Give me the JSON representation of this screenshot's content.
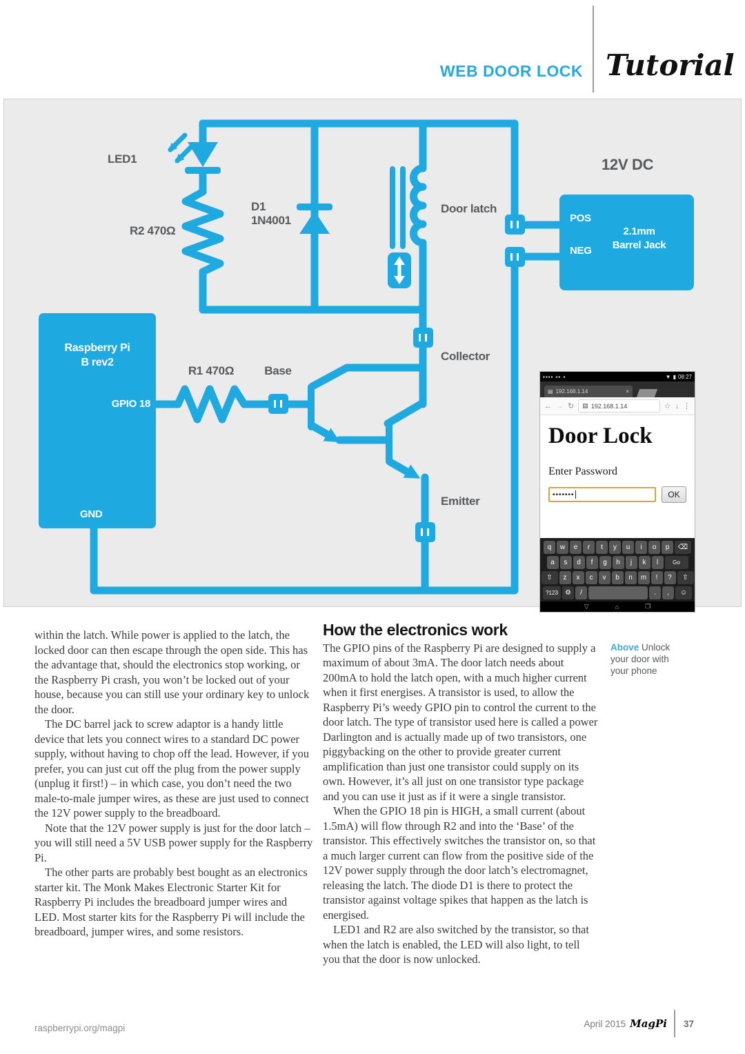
{
  "colors": {
    "brand_blue": "#1fa9e1",
    "diagram_label_gray": "#58595b",
    "password_field_border": "#d9a437",
    "panel_background": "#ebebec"
  },
  "header": {
    "section": "WEB DOOR LOCK",
    "category": "Tutorial"
  },
  "diagram": {
    "led": "LED1",
    "r2": "R2 470Ω",
    "d1_name": "D1",
    "d1_part": "1N4001",
    "door_latch": "Door latch",
    "supply": "12V DC",
    "pos": "POS",
    "neg": "NEG",
    "jack_line1": "2.1mm",
    "jack_line2": "Barrel Jack",
    "pi_line1": "Raspberry Pi",
    "pi_line2": "B rev2",
    "gpio": "GPIO 18",
    "gnd": "GND",
    "r1": "R1 470Ω",
    "base": "Base",
    "collector": "Collector",
    "emitter": "Emitter"
  },
  "phone": {
    "status_icons_left": "▪▪▪▪ ▪▪ ▪",
    "wifi_icon": "▼",
    "battery_icon": "▮",
    "status_time": "08:27",
    "tab_title": "192.168.1.14",
    "url": "192.168.1.14",
    "page_title": "Door Lock",
    "prompt": "Enter Password",
    "password_value": "•••••••",
    "ok_label": "OK",
    "icons": {
      "doc": "▤",
      "close": "×",
      "back": "←",
      "forward": "→",
      "refresh": "↻",
      "star": "☆",
      "download": "↓",
      "menu": "⋮",
      "backspace": "⌫",
      "shift": "⇧",
      "gear": "⚙",
      "smiley": "☺",
      "nav_back": "▽",
      "nav_home": "⌂",
      "nav_recents": "❐"
    },
    "keyboard": {
      "row1": [
        "q",
        "w",
        "e",
        "r",
        "t",
        "y",
        "u",
        "i",
        "o",
        "p"
      ],
      "row2": [
        "a",
        "s",
        "d",
        "f",
        "g",
        "h",
        "j",
        "k",
        "l"
      ],
      "row2_action": "Go",
      "row3": [
        "z",
        "x",
        "c",
        "v",
        "b",
        "n",
        "m",
        "!",
        "?"
      ],
      "sym_key": "?123",
      "slash_key": "/",
      "dot_key": ".",
      "comma_key": ","
    }
  },
  "caption": {
    "lead": "Above",
    "text": " Unlock your door with your phone"
  },
  "article": {
    "left_column": [
      "within the latch. While power is applied to the latch, the locked door can then escape through the open side. This has the advantage that, should the electronics stop working, or the Raspberry Pi crash, you won’t be locked out of your house, because you can still use your ordinary key to unlock the door.",
      "The DC barrel jack to screw adaptor is a handy little device that lets you connect wires to a standard DC power supply, without having to chop off the lead. However, if you prefer, you can just cut off the plug from the power supply (unplug it first!) – in which case, you don’t need the two male-to-male jumper wires, as these are just used to connect the 12V power supply to the breadboard.",
      "Note that the 12V power supply is just for the door latch – you will still need a 5V USB power supply for the Raspberry Pi.",
      "The other parts are probably best bought as an electronics starter kit. The Monk Makes Electronic Starter Kit for Raspberry Pi includes the breadboard jumper wires and LED. Most starter kits for the Raspberry Pi will include the breadboard, jumper wires, and some resistors."
    ],
    "right_heading": "How the electronics work",
    "right_column": [
      "The GPIO pins of the Raspberry Pi are designed to supply a maximum of about 3mA. The door latch needs about 200mA to hold the latch open, with a much higher current when it first energises. A transistor is used, to allow the Raspberry Pi’s weedy GPIO pin to control the current to the door latch. The type of transistor used here is called a power Darlington and is actually made up of two transistors, one piggybacking on the other to provide greater current amplification than just one transistor could supply on its own. However, it’s all just on one transistor type package and you can use it just as if it were a single transistor.",
      "When the GPIO 18 pin is HIGH, a small current (about 1.5mA) will flow through R2 and into the ‘Base’ of the transistor. This effectively switches the transistor on, so that a much larger current can flow from the positive side of the 12V power supply through the door latch’s electromagnet, releasing the latch. The diode D1 is there to protect the transistor against voltage spikes that happen as the latch is energised.",
      "LED1 and R2 are also switched by the transistor, so that when the latch is enabled, the LED will also light, to tell you that the door is now unlocked."
    ]
  },
  "footer": {
    "site": "raspberrypi.org/magpi",
    "date": "April 2015",
    "logo": "MagPi",
    "page": "37"
  }
}
